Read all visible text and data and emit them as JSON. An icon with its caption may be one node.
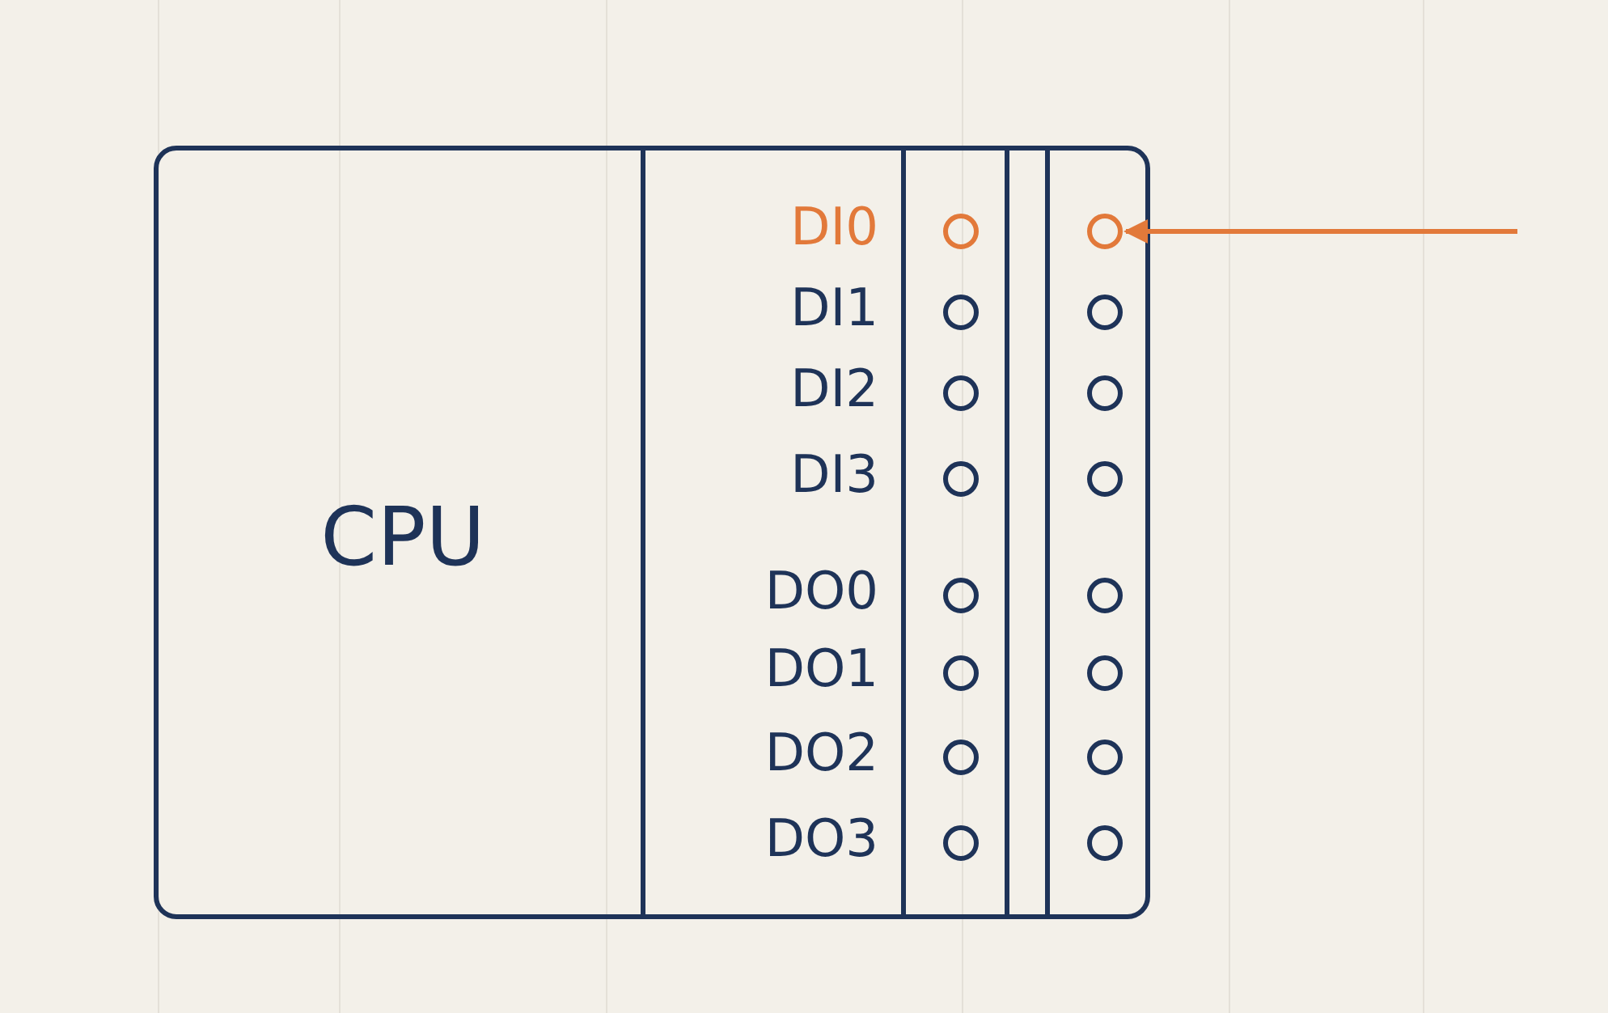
{
  "diagram": {
    "nodes": [
      {
        "text": [],
        "shape": "box"
      },
      {
        "text": [
          "CPU"
        ],
        "in": 0
      },
      {
        "text": [],
        "shape": "circle",
        "in": 0
      },
      {
        "text": [],
        "shape": "circle",
        "in": 0
      },
      {
        "text": [],
        "shape": "circle",
        "in": 0
      },
      {
        "text": [],
        "shape": "circle",
        "in": 0
      },
      {
        "text": [],
        "shape": "circle",
        "in": 0
      },
      {
        "text": [],
        "shape": "circle",
        "in": 0
      },
      {
        "text": [],
        "shape": "circle",
        "in": 0
      },
      {
        "text": [],
        "shape": "circle",
        "in": 0
      },
      {
        "text": [],
        "shape": "circle",
        "in": 0
      },
      {
        "text": [],
        "shape": "circle",
        "in": 0
      },
      {
        "text": [],
        "shape": "circle",
        "in": 0
      },
      {
        "text": [],
        "shape": "circle",
        "in": 0
      },
      {
        "text": [],
        "shape": "circle",
        "in": 0
      },
      {
        "text": [],
        "shape": "circle",
        "in": 0
      },
      {
        "text": [],
        "shape": "circle",
        "in": 0
      },
      {
        "text": [],
        "shape": "circle",
        "in": 0
      }
    ],
    "edges": [
      {
        "from": null,
        "to": 3,
        "arrow": "to",
        "color": "#e2793a"
      }
    ],
    "labels": [
      "DI0",
      "DI1",
      "DI2",
      "DI3",
      "DO0",
      "DO1",
      "DO2",
      "DO3"
    ]
  }
}
